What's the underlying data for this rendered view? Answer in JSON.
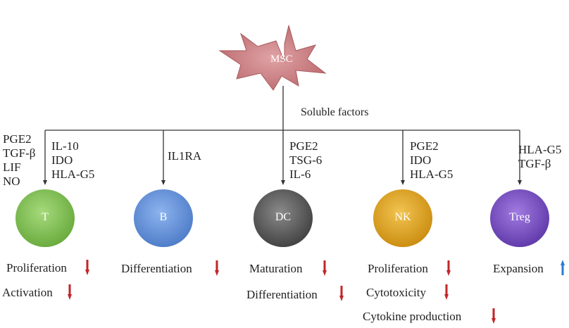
{
  "source": {
    "label": "MSC",
    "color": "#c9777a"
  },
  "connector_label": "Soluble factors",
  "columns": [
    {
      "key": "t",
      "cell": "T",
      "color": "#7cbf4d",
      "factors": [
        "IL-10",
        "IDO",
        "HLA-G5"
      ],
      "left_factors": [
        "PGE2",
        "TGF-β",
        "LIF",
        "NO"
      ],
      "effects": [
        {
          "label": "Proliferation",
          "direction": "down"
        },
        {
          "label": "Activation",
          "direction": "down"
        }
      ]
    },
    {
      "key": "b",
      "cell": "B",
      "color": "#5f8fd6",
      "factors": [
        "IL1RA"
      ],
      "effects": [
        {
          "label": "Differentiation",
          "direction": "down"
        }
      ]
    },
    {
      "key": "dc",
      "cell": "DC",
      "color": "#5a5a5a",
      "factors": [
        "PGE2",
        "TSG-6",
        "IL-6"
      ],
      "effects": [
        {
          "label": "Maturation",
          "direction": "down"
        },
        {
          "label": "Differentiation",
          "direction": "down"
        }
      ]
    },
    {
      "key": "nk",
      "cell": "NK",
      "color": "#e0a21c",
      "factors": [
        "PGE2",
        "IDO",
        "HLA-G5"
      ],
      "effects": [
        {
          "label": "Proliferation",
          "direction": "down"
        },
        {
          "label": "Cytotoxicity",
          "direction": "down"
        },
        {
          "label": "Cytokine production",
          "direction": "down"
        }
      ]
    },
    {
      "key": "treg",
      "cell": "Treg",
      "color": "#7a4fc7",
      "factors": [
        "HLA-G5",
        "TGF-β"
      ],
      "effects": [
        {
          "label": "Expansion",
          "direction": "up"
        }
      ]
    }
  ],
  "colors": {
    "down_arrow": "#c0262a",
    "up_arrow": "#2a7bd0",
    "line": "#333333"
  }
}
